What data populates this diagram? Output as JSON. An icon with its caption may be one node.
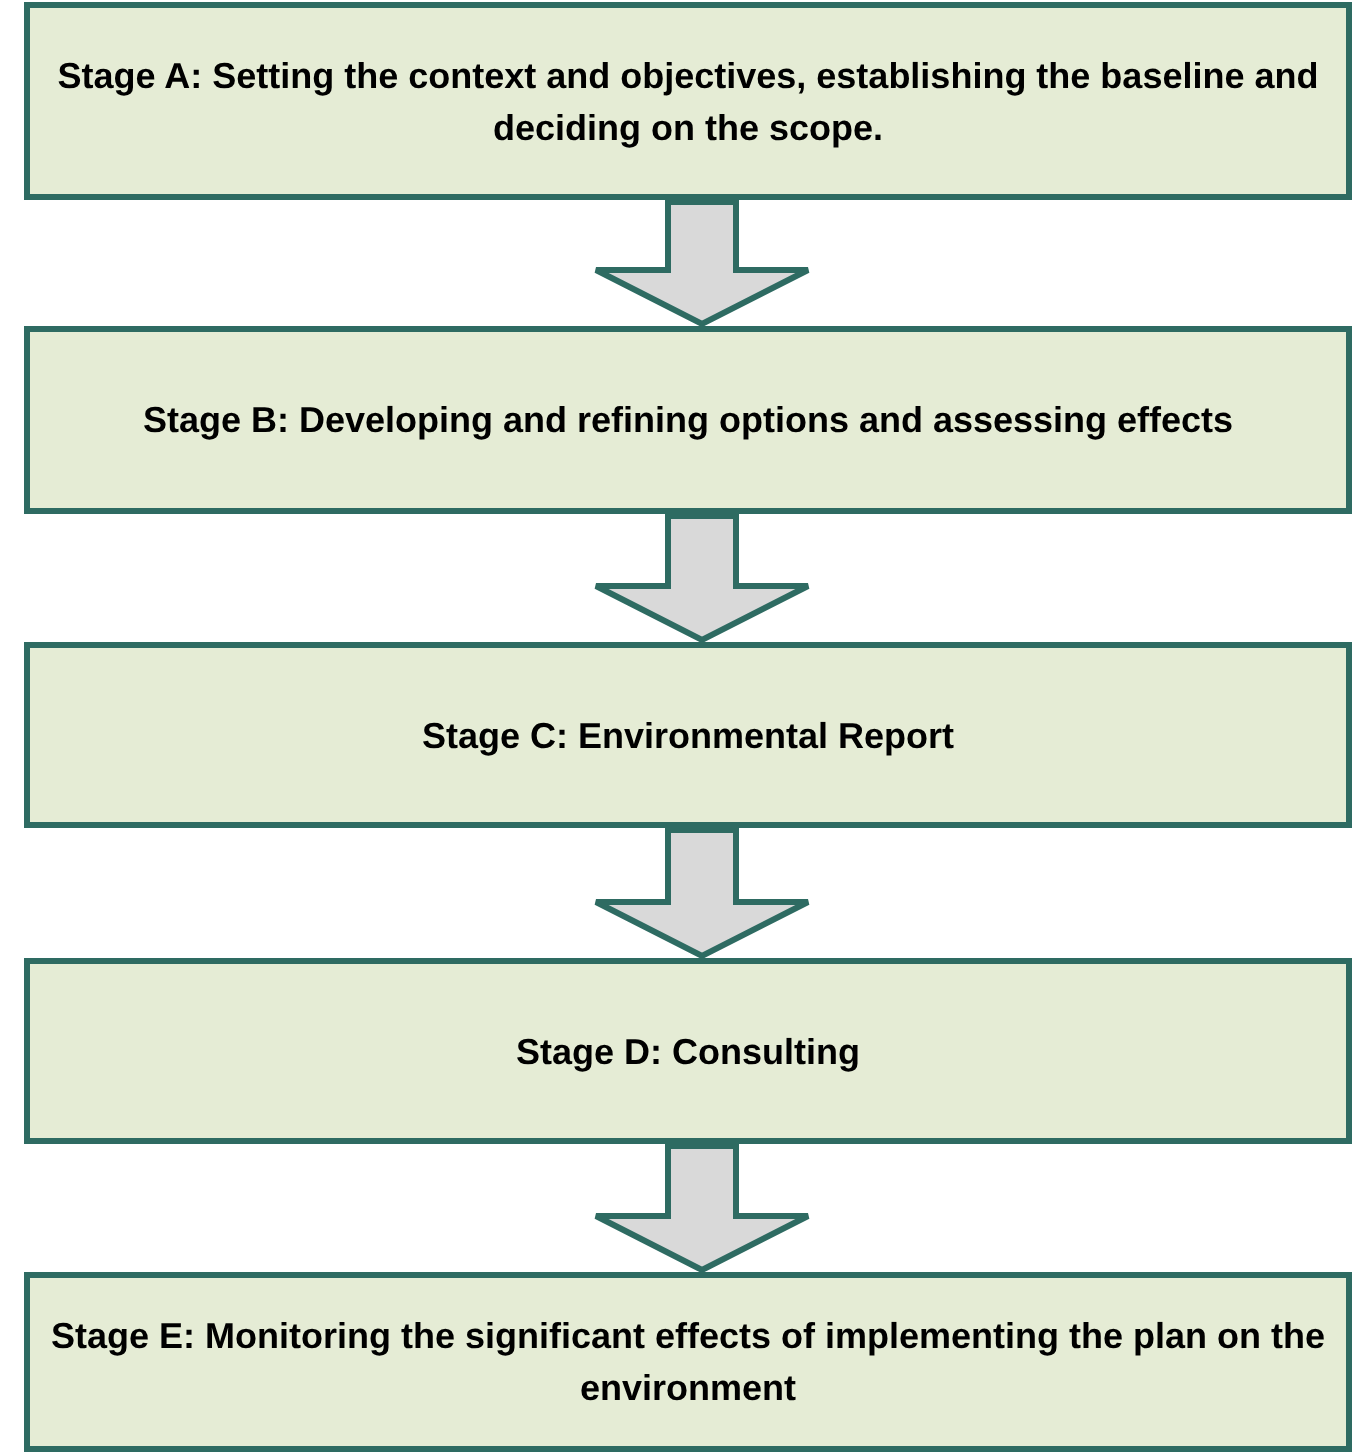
{
  "diagram": {
    "nodes": [
      {
        "text": [
          "Stage A: Setting the context and objectives, establishing the baseline and deciding on the scope."
        ]
      },
      {
        "text": [
          "Stage B: Developing and refining options and assessing effects"
        ]
      },
      {
        "text": [
          "Stage C: Environmental Report"
        ]
      },
      {
        "text": [
          "Stage D: Consulting"
        ]
      },
      {
        "text": [
          "Stage E: Monitoring the significant effects of implementing the plan on the environment"
        ]
      }
    ],
    "edges": [
      {
        "from": 0,
        "to": 1,
        "arrow": "to"
      },
      {
        "from": 1,
        "to": 2,
        "arrow": "to"
      },
      {
        "from": 2,
        "to": 3,
        "arrow": "to"
      },
      {
        "from": 3,
        "to": 4,
        "arrow": "to"
      }
    ]
  }
}
